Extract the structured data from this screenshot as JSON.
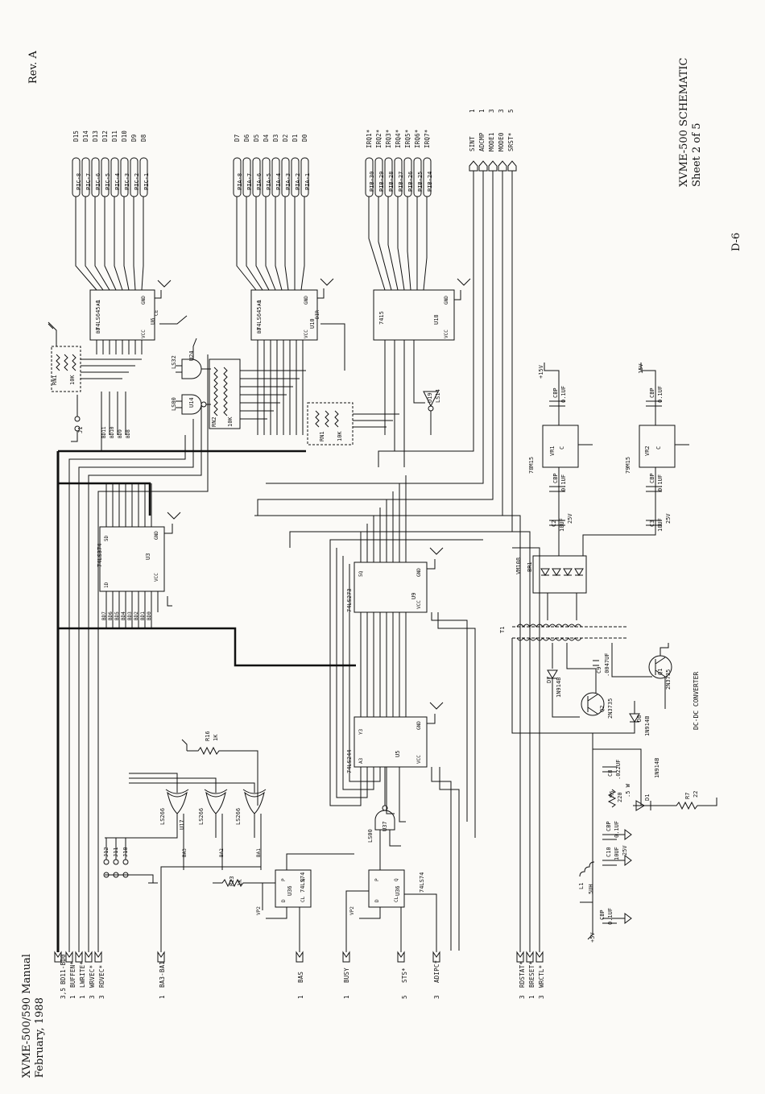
{
  "header": {
    "manual": "XVME-500/590 Manual",
    "date": "February, 1988",
    "revision": "Rev. A",
    "title": "XVME-500 SCHEMATIC",
    "sheet": "Sheet 2 of 5",
    "page_number": "D-6"
  },
  "ports_bottom": [
    {
      "count": "3,5",
      "label": "BD11-BD0"
    },
    {
      "count": "1",
      "label": "BUFFEN*"
    },
    {
      "count": "1",
      "label": "LWRITE*"
    },
    {
      "count": "3",
      "label": "WRVEC*"
    },
    {
      "count": "3",
      "label": "RDVEC*"
    },
    {
      "count": "1",
      "label": "BA3-BA1"
    },
    {
      "count": "1",
      "label": "BAS"
    },
    {
      "count": "1",
      "label": "BUSY"
    },
    {
      "count": "5",
      "label": "STS*"
    },
    {
      "count": "3",
      "label": "ADIPC*"
    },
    {
      "count": "3",
      "label": "RDSTAT*"
    },
    {
      "count": "1",
      "label": "BRESET*"
    },
    {
      "count": "3",
      "label": "WRCTL*"
    }
  ],
  "ports_top": [
    {
      "count": "1",
      "label": "SINT"
    },
    {
      "count": "1",
      "label": "ADCMP"
    },
    {
      "count": "3",
      "label": "MODE1"
    },
    {
      "count": "3",
      "label": "MODE0"
    },
    {
      "count": "5",
      "label": "SRST*"
    }
  ],
  "pic_connectors": [
    "PIC-8",
    "PIC-7",
    "PIC-6",
    "PIC-5",
    "PIC-4",
    "PIC-3",
    "PIC-2",
    "PIC-1"
  ],
  "pic_signals": [
    "D15",
    "D14",
    "D13",
    "D12",
    "D11",
    "D10",
    "D9",
    "D8"
  ],
  "pia_connectors": [
    "PIA-8",
    "PIA-7",
    "PIA-6",
    "PIA-5",
    "PIA-4",
    "PIA-3",
    "PIA-2",
    "PIA-1"
  ],
  "pia_signals": [
    "D7",
    "D6",
    "D5",
    "D4",
    "D3",
    "D2",
    "D1",
    "D0"
  ],
  "pib_connectors": [
    "PIB-30",
    "PIB-29",
    "PIB-28",
    "PIB-27",
    "PIB-26",
    "PIB-25",
    "PIB-24"
  ],
  "pib_signals": [
    "IRQ1*",
    "IRQ2*",
    "IRQ3*",
    "IRQ4*",
    "IRQ5*",
    "IRQ6*",
    "IRQ7*"
  ],
  "chips": {
    "u6": {
      "ref": "U6",
      "type": "74LS645-1"
    },
    "u10": {
      "ref": "U10",
      "type": "74LS645-1"
    },
    "u18": {
      "ref": "U18",
      "type": "7415"
    },
    "u3": {
      "ref": "U3",
      "type": "74LS374"
    },
    "u9": {
      "ref": "U9",
      "type": "74LS273"
    },
    "u5": {
      "ref": "U5",
      "type": "74LS244"
    },
    "u36a": {
      "ref": "U36",
      "type": "74LS74"
    },
    "u36b": {
      "ref": "U36",
      "type": "74LS74"
    },
    "u37": {
      "ref": "U37",
      "type": "LS00"
    },
    "u17": {
      "ref": "U17",
      "gates": [
        "LS266",
        "LS266",
        "LS266"
      ]
    },
    "u14": {
      "ref": "U14",
      "type": "LS00"
    },
    "u24": {
      "ref": "U24",
      "type": "LS32"
    },
    "u19": {
      "ref": "U19",
      "type": "LS14"
    }
  },
  "resistors": {
    "rn1": {
      "ref": "RN1",
      "value": "10K"
    },
    "rn2": {
      "ref": "RN2",
      "value": "10K"
    },
    "rn1b": {
      "ref": "RN1",
      "value": "10K"
    },
    "r16": {
      "ref": "R16",
      "value": "1K"
    },
    "r23": {
      "ref": "R23",
      "value": "1K"
    },
    "r6": {
      "ref": "R6",
      "value": "220",
      "extra": ".5 W"
    },
    "r7": {
      "ref": "R7",
      "value": "22"
    }
  },
  "power": {
    "vr1": {
      "ref": "VR1",
      "type": "78M15"
    },
    "vr2": {
      "ref": "VR2",
      "type": "79M15"
    },
    "br1": {
      "ref": "BR1",
      "type": "VM108"
    },
    "t1": {
      "ref": "T1"
    },
    "q1": {
      "ref": "Q1",
      "type": "2N3735"
    },
    "q2": {
      "ref": "Q2",
      "type": "2N3735"
    },
    "d7": {
      "ref": "D7",
      "type": "1N914B"
    },
    "d8": {
      "ref": "D8",
      "type": "1N914B"
    },
    "d1": {
      "ref": "D1",
      "type": "1N914B"
    },
    "l1": {
      "ref": "L1",
      "value": "5UH"
    },
    "c2": {
      "ref": "C2",
      "value": "10UF",
      "volt": "25V"
    },
    "c3": {
      "ref": "C3",
      "value": "10UF",
      "volt": "25V"
    },
    "c9": {
      "ref": "C9",
      "value": ".0047UF"
    },
    "c8": {
      "ref": "C8",
      "value": ".022UF"
    },
    "c10": {
      "ref": "C10",
      "value": "10UF",
      "volt": "25V"
    },
    "cbp": {
      "ref": "CBP",
      "value": "0.1UF"
    },
    "converter": "DC-DC CONVERTER",
    "plus15": "+15V",
    "minus15": "15V",
    "plus5": "+5V"
  },
  "jumpers": [
    "J12",
    "J11",
    "J10",
    "J1"
  ],
  "bus_labels": {
    "u3_in": [
      "BD7",
      "BD6",
      "BD5",
      "BD4",
      "BD3",
      "BD2",
      "BD1",
      "BD0"
    ],
    "u6_in": [
      "BD11",
      "BD10",
      "BD9",
      "BD8"
    ],
    "addr": [
      "BA3",
      "BA2",
      "BA1"
    ],
    "vp2": "VP2",
    "vcc": "VCC",
    "gnd": "GND"
  }
}
